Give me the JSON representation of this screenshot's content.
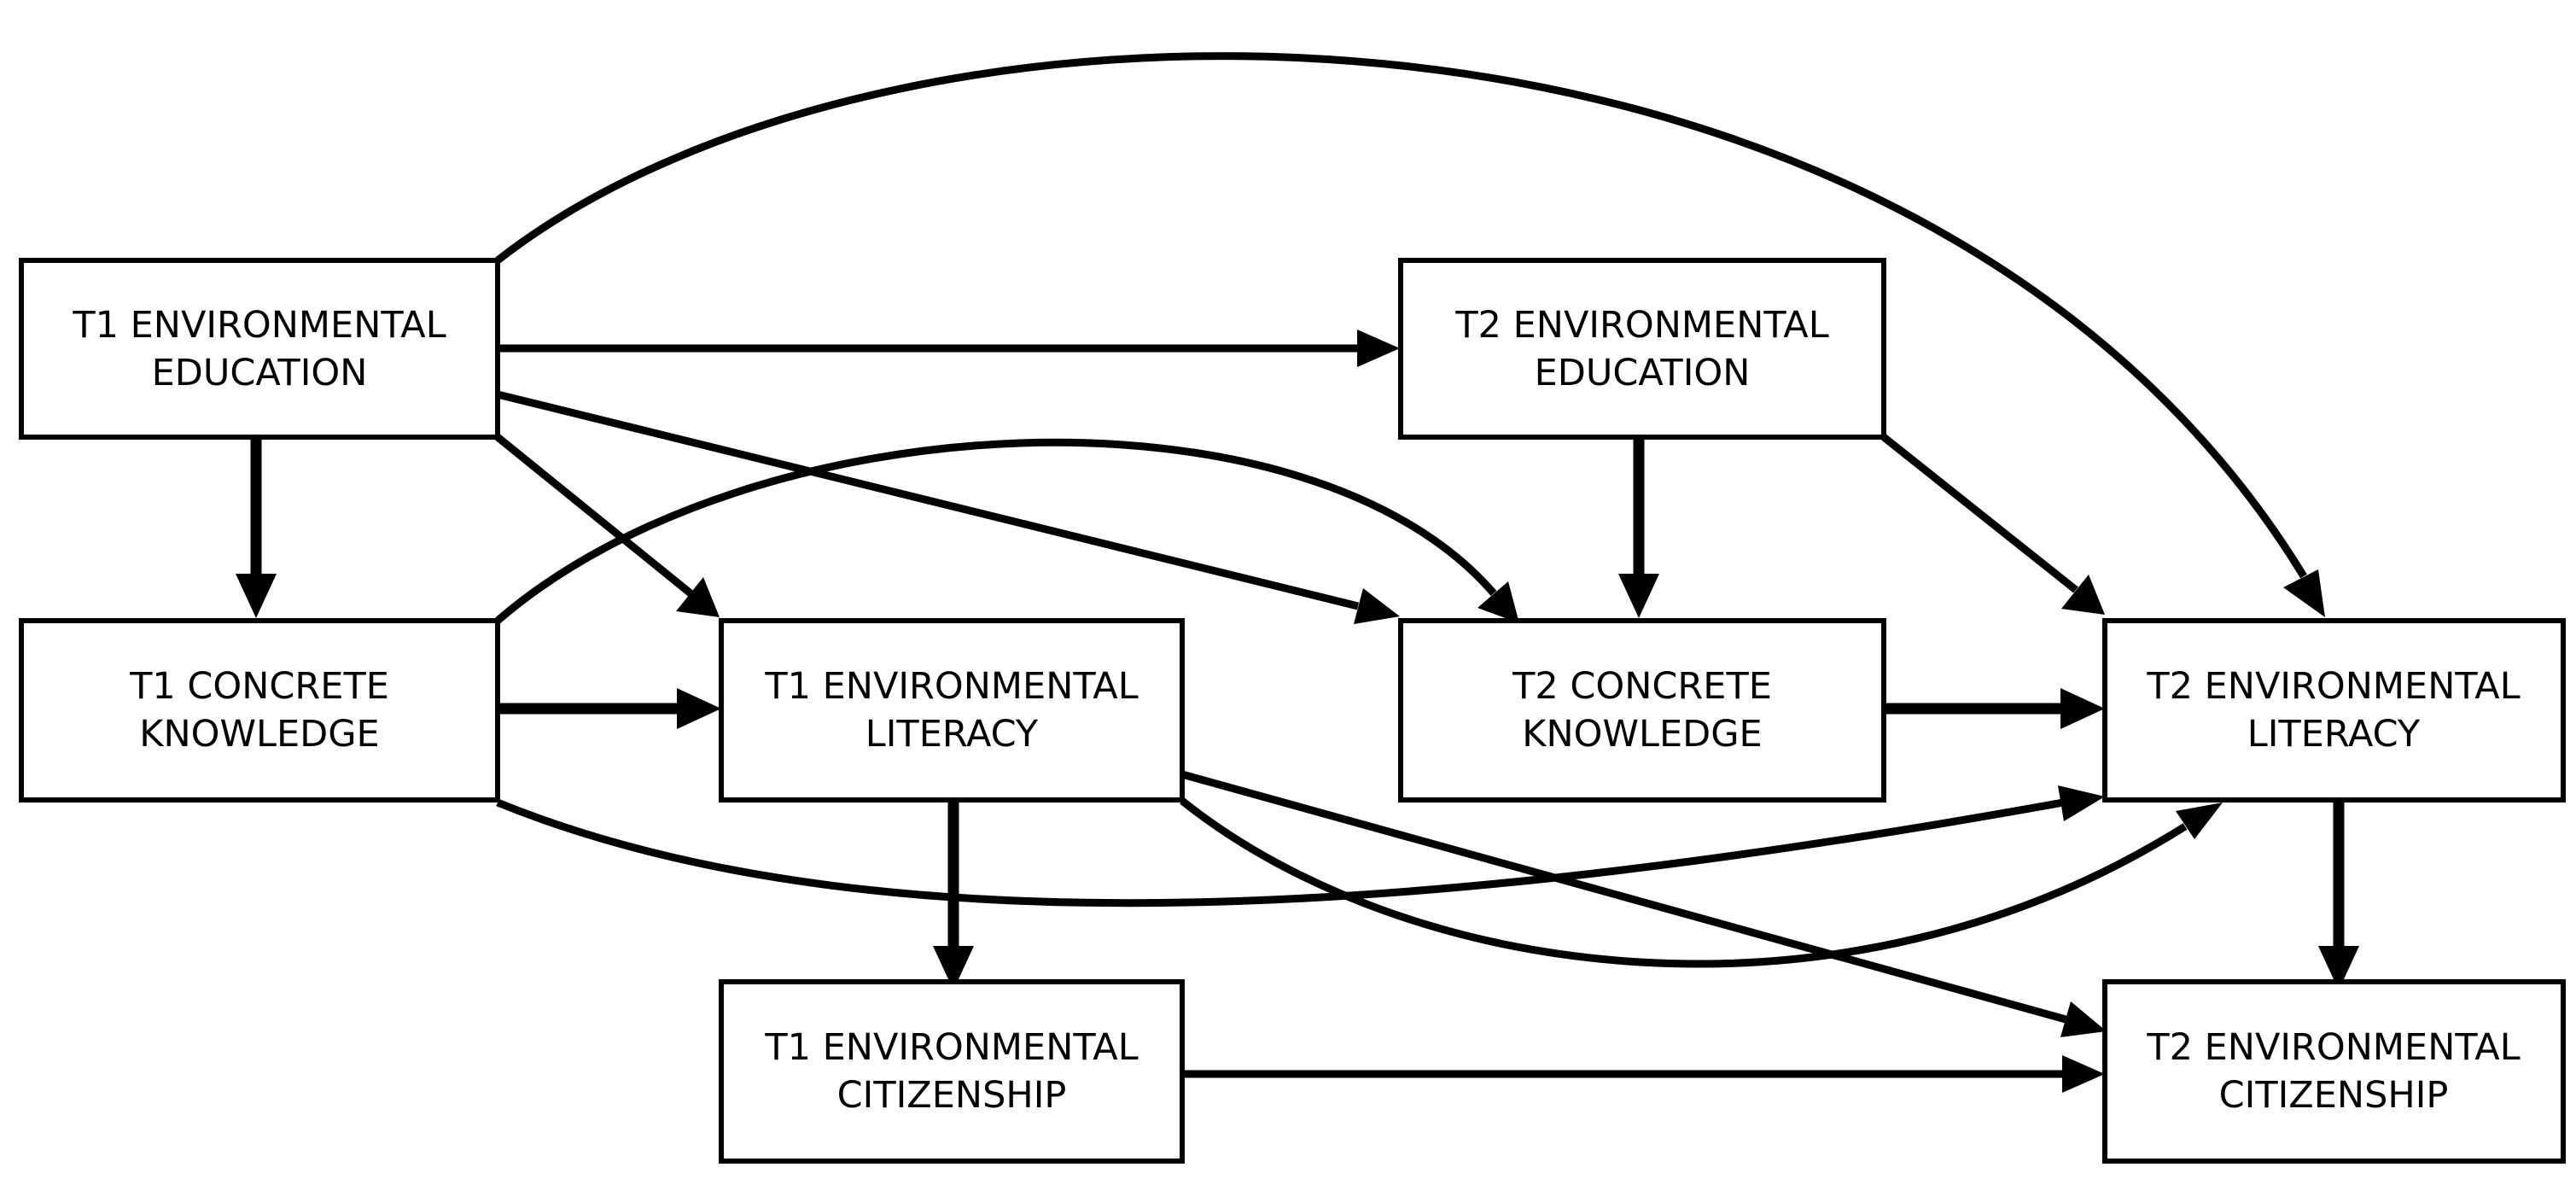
{
  "diagram": {
    "nodes": {
      "t1_env_education": {
        "line1": "T1 ENVIRONMENTAL",
        "line2": "EDUCATION"
      },
      "t2_env_education": {
        "line1": "T2 ENVIRONMENTAL",
        "line2": "EDUCATION"
      },
      "t1_concrete_knowledge": {
        "line1": "T1 CONCRETE",
        "line2": "KNOWLEDGE"
      },
      "t1_env_literacy": {
        "line1": "T1 ENVIRONMENTAL",
        "line2": "LITERACY"
      },
      "t2_concrete_knowledge": {
        "line1": "T2 CONCRETE",
        "line2": "KNOWLEDGE"
      },
      "t2_env_literacy": {
        "line1": "T2 ENVIRONMENTAL",
        "line2": "LITERACY"
      },
      "t1_env_citizenship": {
        "line1": "T1 ENVIRONMENTAL",
        "line2": "CITIZENSHIP"
      },
      "t2_env_citizenship": {
        "line1": "T2 ENVIRONMENTAL",
        "line2": "CITIZENSHIP"
      }
    },
    "edges": [
      {
        "from": "t1_env_education",
        "to": "t2_env_education"
      },
      {
        "from": "t1_env_education",
        "to": "t1_concrete_knowledge"
      },
      {
        "from": "t1_env_education",
        "to": "t1_env_literacy"
      },
      {
        "from": "t1_env_education",
        "to": "t2_concrete_knowledge"
      },
      {
        "from": "t1_env_education",
        "to": "t2_env_literacy"
      },
      {
        "from": "t2_env_education",
        "to": "t2_concrete_knowledge"
      },
      {
        "from": "t2_env_education",
        "to": "t2_env_literacy"
      },
      {
        "from": "t1_concrete_knowledge",
        "to": "t1_env_literacy"
      },
      {
        "from": "t1_concrete_knowledge",
        "to": "t2_concrete_knowledge"
      },
      {
        "from": "t1_concrete_knowledge",
        "to": "t2_env_literacy"
      },
      {
        "from": "t1_env_literacy",
        "to": "t1_env_citizenship"
      },
      {
        "from": "t1_env_literacy",
        "to": "t2_env_literacy"
      },
      {
        "from": "t1_env_literacy",
        "to": "t2_env_citizenship"
      },
      {
        "from": "t2_concrete_knowledge",
        "to": "t2_env_literacy"
      },
      {
        "from": "t2_env_literacy",
        "to": "t2_env_citizenship"
      },
      {
        "from": "t1_env_citizenship",
        "to": "t2_env_citizenship"
      }
    ]
  }
}
